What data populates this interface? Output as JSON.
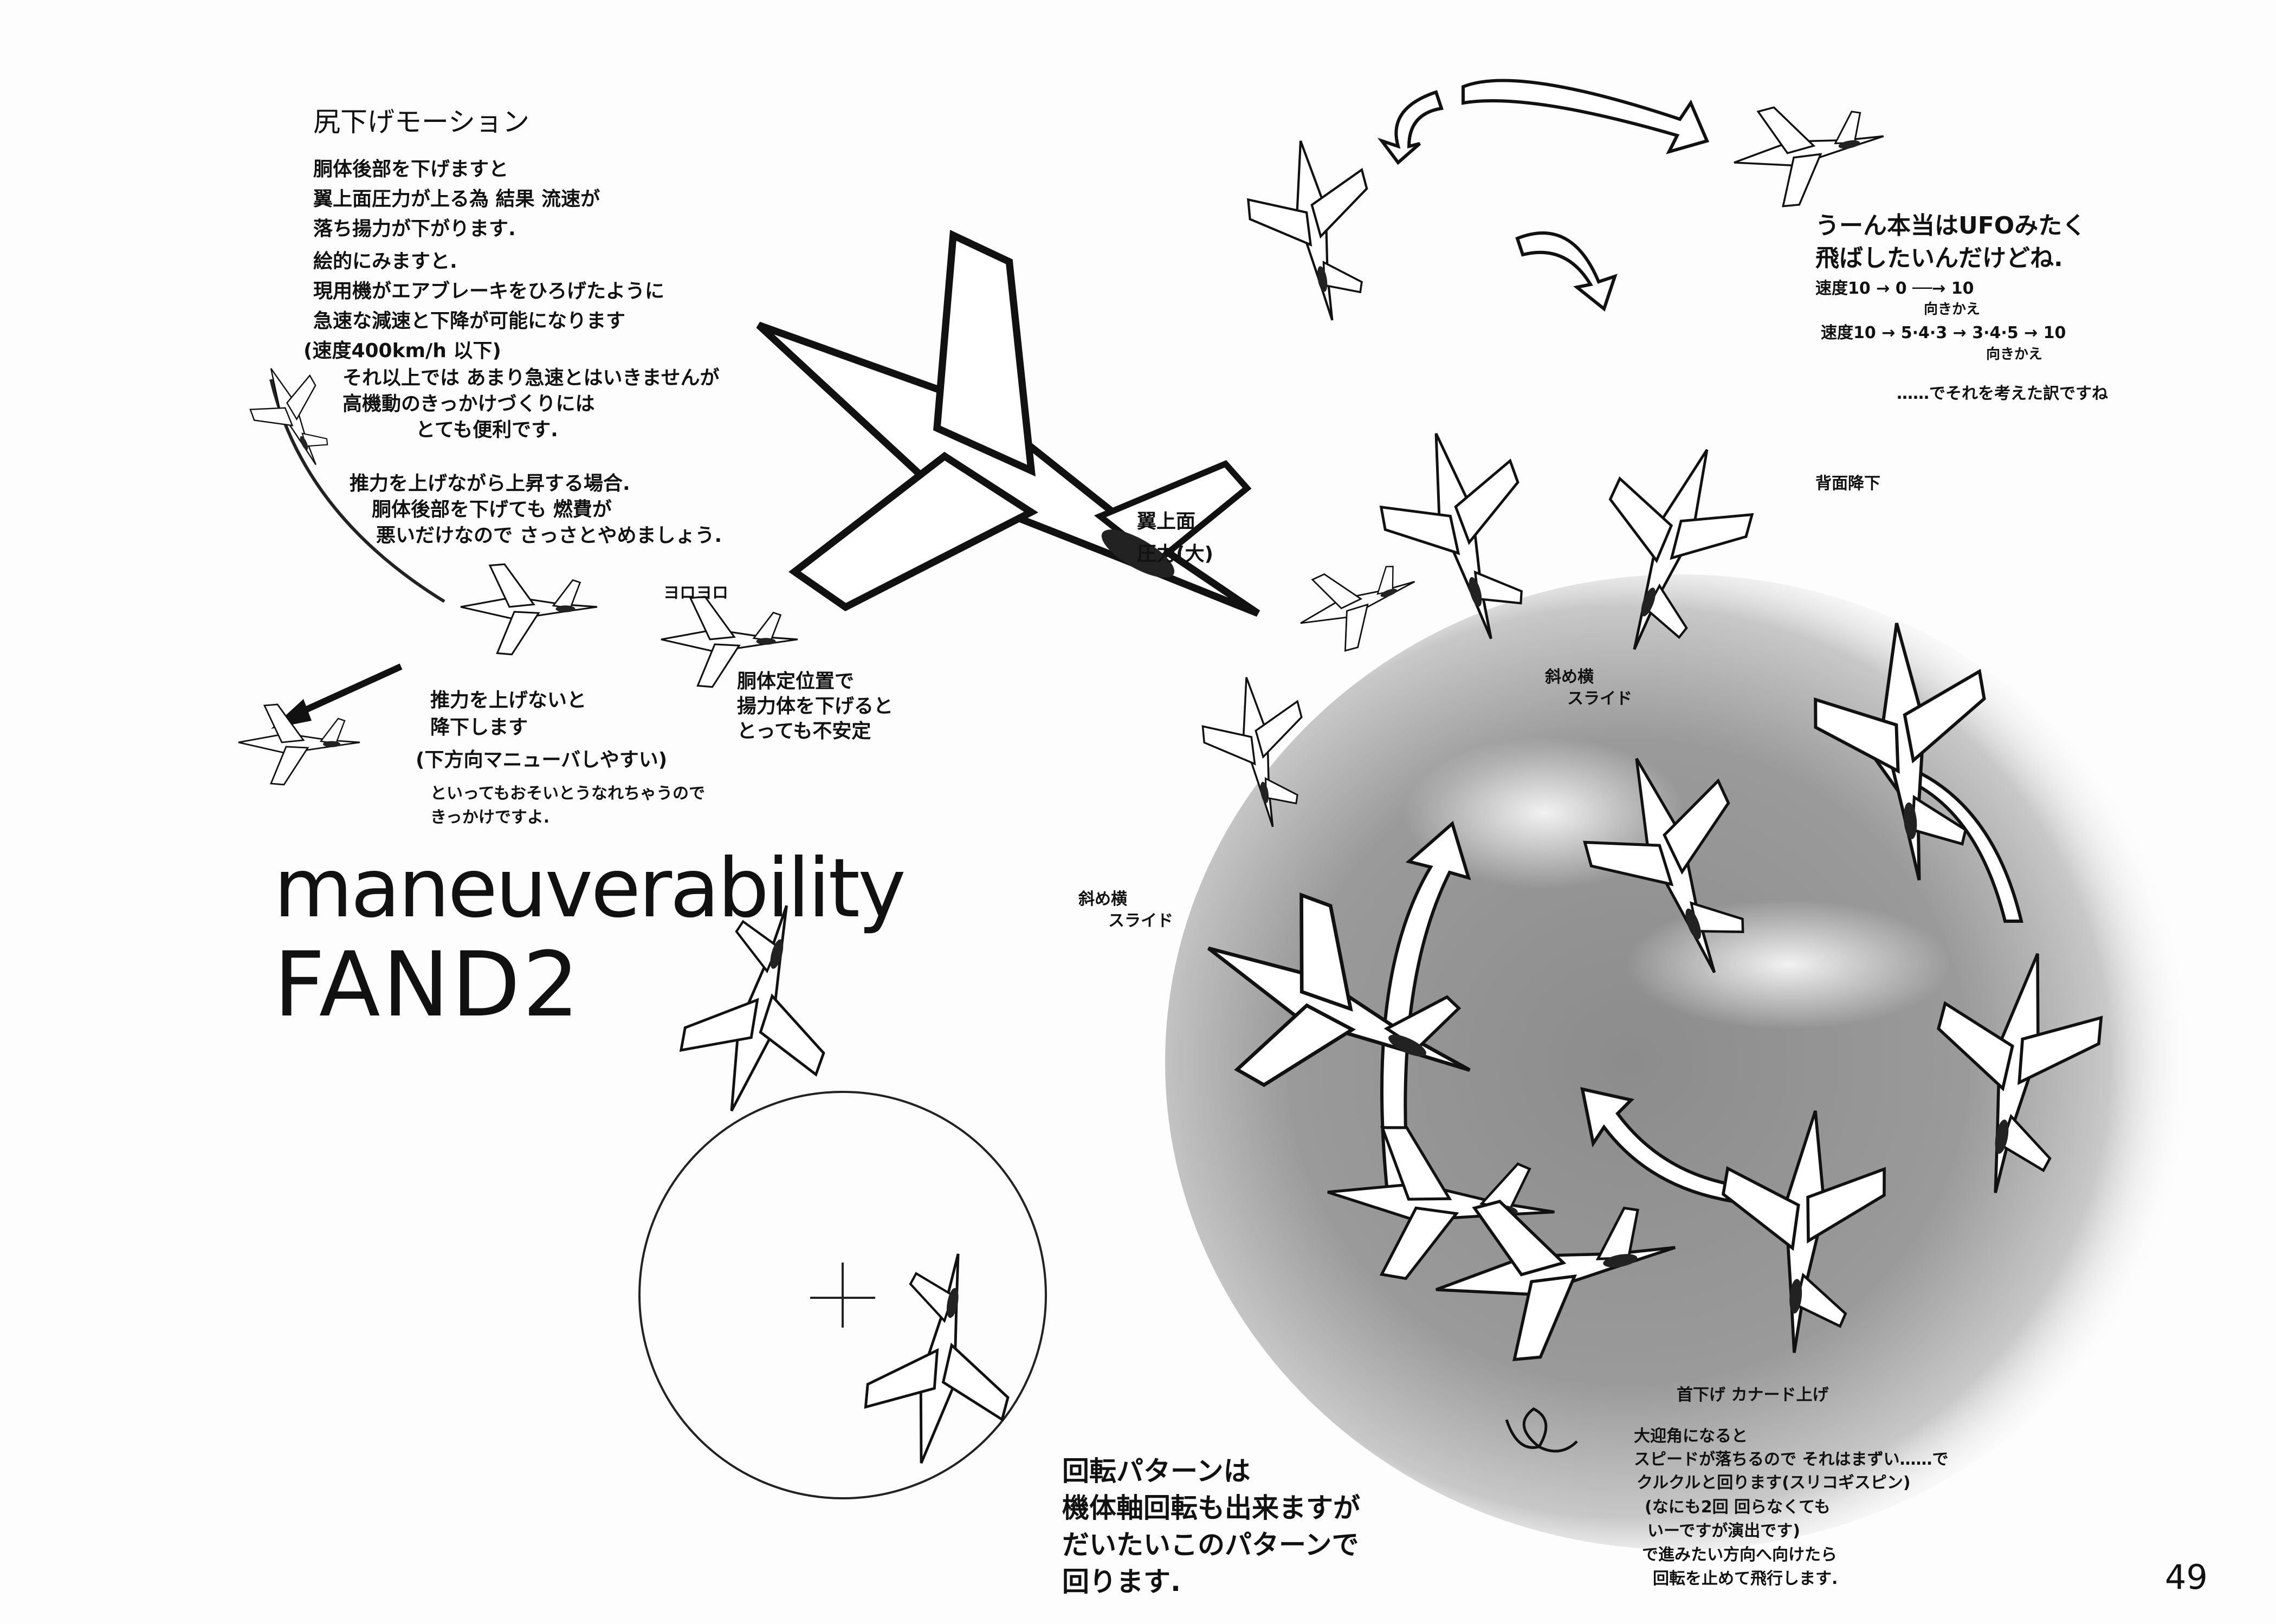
{
  "motion_notes": {
    "title": "尻下げモーション",
    "lines": [
      "胴体後部を下げますと",
      "翼上面圧力が上る為 結果 流速が",
      "落ち揚力が下がります.",
      "絵的にみますと.",
      "現用機がエアブレーキをひろげたように",
      "急速な減速と下降が可能になります",
      "(速度400km/h 以下)",
      "それ以上では あまり急速とはいきませんが",
      "高機動のきっかけづくりには",
      "とても便利です."
    ],
    "thrust_lines": [
      "推力を上げながら上昇する場合.",
      "胴体後部を下げても 燃費が",
      "悪いだけなので さっさとやめましょう."
    ]
  },
  "wing_pressure": [
    "翼上面",
    "圧力(大)"
  ],
  "wobble": "ヨロヨロ",
  "unstable_note": [
    "胴体定位置で",
    "揚力体を下げると",
    "とっても不安定"
  ],
  "descent_note": [
    "推力を上げないと",
    "降下します",
    "(下方向マニューバしやすい)",
    "といってもおそいとうなれちゃうので",
    "きっかけですよ."
  ],
  "heading": {
    "line1": "maneuverability",
    "line2": "FAND2"
  },
  "rotation_note": [
    "回転パターンは",
    "機体軸回転も出来ますが",
    "だいたいこのパターンで",
    "回ります."
  ],
  "slide_labels": [
    "斜め横",
    "スライド"
  ],
  "inverted_descent": "背面降下",
  "ufo_note": {
    "lines": [
      "うーん本当はUFOみたく",
      "飛ばしたいんだけどね."
    ],
    "speed1": "速度10 → 0 ──→ 10",
    "turn1": "向きかえ",
    "speed2": "速度10 → 5·4·3 → 3·4·5 → 10",
    "turn2": "向きかえ",
    "conclusion": "……でそれを考えた訳ですね"
  },
  "nose_down": "首下げ カナード上げ",
  "spin_note": [
    "大迎角になると",
    "スピードが落ちるので それはまずい……で",
    "クルクルと回ります(スリコギスピン)",
    "(なにも2回 回らなくても",
    "いーですが演出です)",
    "で進みたい方向へ向けたら",
    "回転を止めて飛行します."
  ],
  "page_number": "49"
}
